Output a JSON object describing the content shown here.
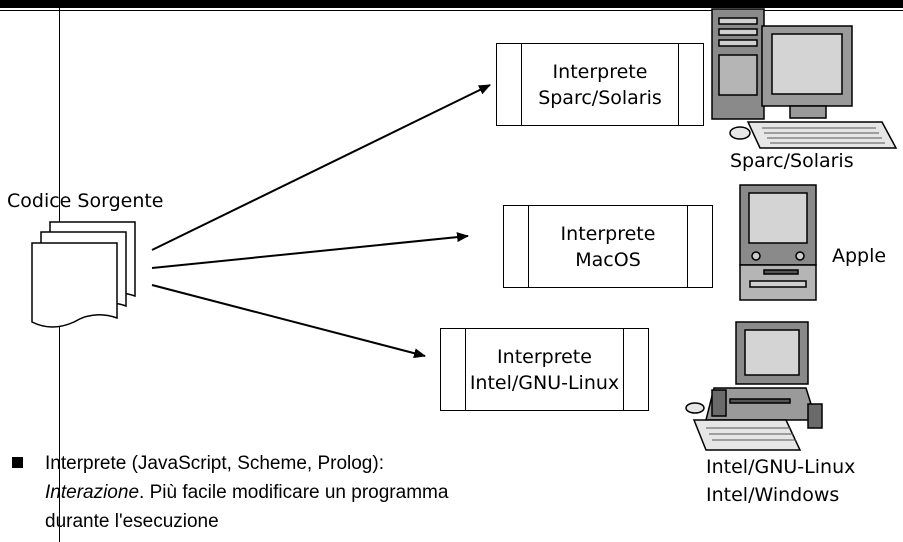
{
  "source": {
    "label": "Codice Sorgente"
  },
  "interpreters": [
    {
      "line1": "Interprete",
      "line2": "Sparc/Solaris"
    },
    {
      "line1": "Interprete",
      "line2": "MacOS"
    },
    {
      "line1": "Interprete",
      "line2": "Intel/GNU-Linux"
    }
  ],
  "platforms": {
    "sparc": "Sparc/Solaris",
    "apple": "Apple",
    "intel_linux": "Intel/GNU-Linux",
    "intel_windows": "Intel/Windows"
  },
  "bullet": {
    "line1": "Interprete (JavaScript, Scheme, Prolog):",
    "line2_em": "Interazione",
    "line2_rest": ". Più facile modificare un programma",
    "line3": "durante l'esecuzione"
  }
}
